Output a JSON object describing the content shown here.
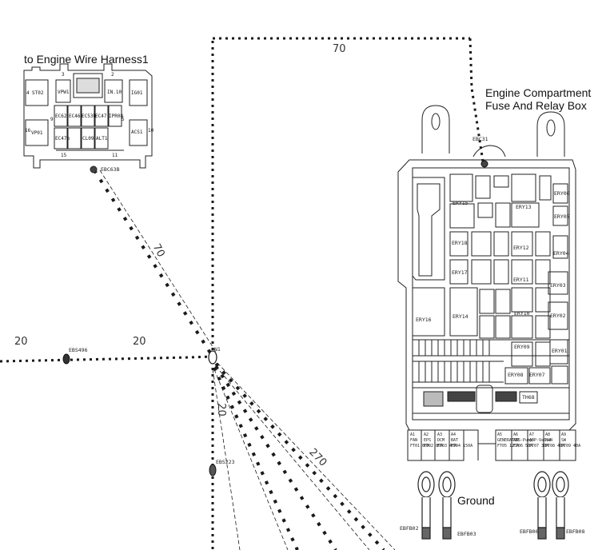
{
  "harness": {
    "title": "to Engine Wire Harness1",
    "connector_id": "EBC63B",
    "pin_numbers": [
      "3",
      "2",
      "4",
      "9",
      "5",
      "10",
      "16",
      "15",
      "11"
    ],
    "cells": [
      "ST02",
      "VPW1",
      "IN.10",
      "IG01",
      "EC62",
      "EC46",
      "EC53b",
      "EC47",
      "IPR08",
      "ACS1",
      "VP01",
      "EC47b",
      "CL09",
      "ALT1"
    ]
  },
  "fuse_box": {
    "title_line1": "Engine Compartment",
    "title_line2": "Fuse And Relay Box",
    "top_connector": "EBC31",
    "relays": [
      "ERY15",
      "ERY13",
      "ERY18",
      "ERY17",
      "ERY12",
      "ERY11",
      "ERY16",
      "ERY14",
      "ERY10",
      "ERY09",
      "ERY03",
      "ERY02",
      "ERY06",
      "ERY04",
      "ERY07",
      "ERY08",
      "ERY05",
      "ERY01"
    ],
    "badges": [
      "TH68"
    ],
    "fuses": [
      {
        "amp": "A1",
        "name": "FAN",
        "code": "FT01 60A"
      },
      {
        "amp": "A2",
        "name": "EPS",
        "code": "FT02 80A"
      },
      {
        "amp": "A3",
        "name": "DCM",
        "code": "FT03 40A"
      },
      {
        "amp": "A4",
        "name": "BAT",
        "code": "FT04 150A"
      },
      {
        "amp": "A5",
        "name": "GENERATOR",
        "code": "FT05 125A"
      },
      {
        "amp": "A6",
        "name": "ABS-Pump",
        "code": "FT06 50A"
      },
      {
        "amp": "A7",
        "name": "ABP-Valve",
        "code": "FT07 30A"
      },
      {
        "amp": "A8",
        "name": "RUN",
        "code": "FT08 40A"
      },
      {
        "amp": "A9",
        "name": "SW",
        "code": "FT09 40A"
      }
    ]
  },
  "ground": {
    "label": "Ground",
    "terminals": [
      "EBFB02",
      "EBFB03",
      "EBFB06",
      "EBFB08"
    ]
  },
  "nodes": {
    "junction": "N1",
    "splice_left": "EBS496",
    "splice_down": "EBS223"
  },
  "dimensions": {
    "top": "70",
    "diagonal": "70",
    "left_outer": "20",
    "left_inner": "20",
    "vertical": "20",
    "lower_diag": "270"
  },
  "colors": {
    "line": "#1a1a1a",
    "ink": "#111111",
    "background": "#ffffff"
  }
}
